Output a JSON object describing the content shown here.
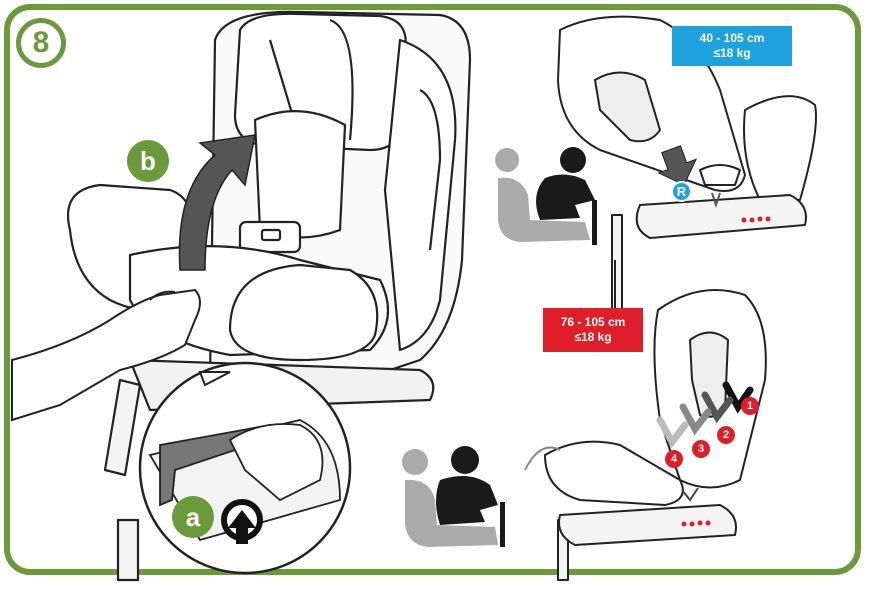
{
  "step": {
    "number": "8"
  },
  "labels": {
    "callout_a": "a",
    "callout_b": "b",
    "rearward_letter": "R"
  },
  "size_boxes": {
    "top": {
      "height_range": "40 - 105 cm",
      "weight": "≤18 kg",
      "color": "#1ea2de"
    },
    "bottom": {
      "height_range": "76 - 105 cm",
      "weight": "≤18 kg",
      "color": "#e01e2a"
    }
  },
  "recline_positions": [
    "1",
    "2",
    "3",
    "4"
  ],
  "colors": {
    "frame": "#6a9a3a",
    "red": "#e01e2a",
    "blue": "#1ea2de",
    "dark": "#222222",
    "gray": "#9a9a9a"
  },
  "icons": [
    "forward-child-icon",
    "rear-child-icon",
    "recline-arrow-icon",
    "lift-arrow-icon",
    "press-button-icon"
  ]
}
